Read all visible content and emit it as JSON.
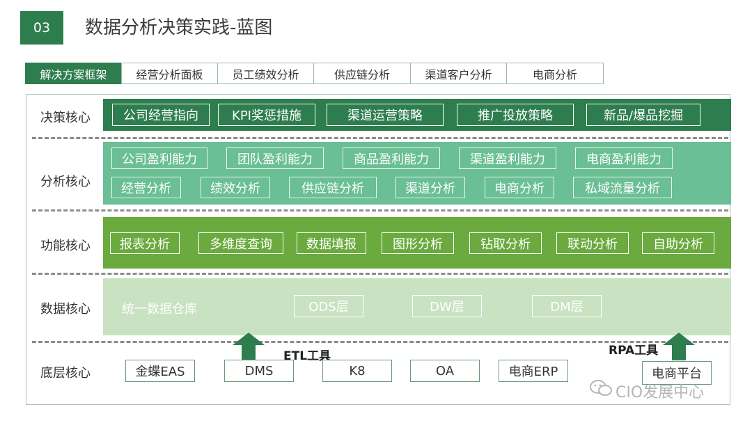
{
  "header": {
    "number": "03",
    "title": "数据分析决策实践-蓝图"
  },
  "tabs": [
    "解决方案框架",
    "经营分析面板",
    "员工绩效分析",
    "供应链分析",
    "渠道客户分析",
    "电商分析"
  ],
  "rows": {
    "decision": {
      "label": "决策核心",
      "items": [
        "公司经营指向",
        "KPI奖惩措施",
        "渠道运营策略",
        "推广投放策略",
        "新品/爆品挖掘"
      ]
    },
    "analysis": {
      "label": "分析核心",
      "items_top": [
        "公司盈利能力",
        "团队盈利能力",
        "商品盈利能力",
        "渠道盈利能力",
        "电商盈利能力"
      ],
      "items_bottom": [
        "经营分析",
        "绩效分析",
        "供应链分析",
        "渠道分析",
        "电商分析",
        "私域流量分析"
      ]
    },
    "function": {
      "label": "功能核心",
      "items": [
        "报表分析",
        "多维度查询",
        "数据填报",
        "图形分析",
        "钻取分析",
        "联动分析",
        "自助分析"
      ]
    },
    "data": {
      "label": "数据核心",
      "warehouse": "统一数据仓库",
      "items": [
        "ODS层",
        "DW层",
        "DM层"
      ]
    },
    "bottom": {
      "label": "底层核心",
      "items": [
        "金蝶EAS",
        "DMS",
        "K8",
        "OA",
        "电商ERP",
        "电商平台"
      ]
    }
  },
  "tools": {
    "etl": "ETL工具",
    "rpa": "RPA工具"
  },
  "watermark": "CIO发展中心",
  "colors": {
    "decision": "#2e7d4f",
    "analysis": "#6abf94",
    "function": "#6aaa3e",
    "data": "#c9e2c2",
    "arrow": "#2e7d4f"
  }
}
